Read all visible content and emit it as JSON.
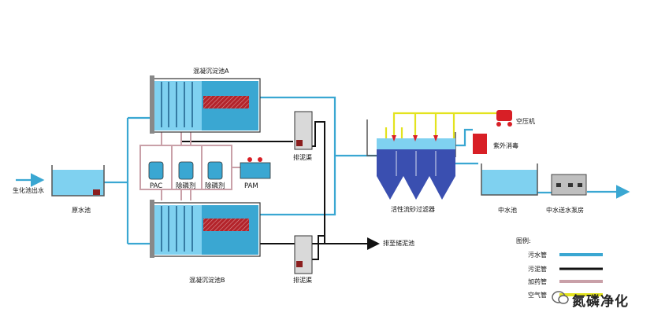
{
  "labels": {
    "inlet": "生化池出水",
    "raw_tank": "原水池",
    "sed_a": "混凝沉淀池A",
    "sed_b": "混凝沉淀池B",
    "pac": "PAC",
    "p_remover_1": "除磷剂",
    "p_remover_2": "除磷剂",
    "pam": "PAM",
    "sludge_ch_1": "排泥渠",
    "sludge_ch_2": "排泥渠",
    "to_sludge_tank": "排至储泥池",
    "sand_filter": "活性流砂过滤器",
    "compressor": "空压机",
    "uv": "紫外消毒",
    "reclaimed_tank": "中水池",
    "pump_house": "中水送水泵房"
  },
  "legend": {
    "title": "图例:",
    "items": [
      {
        "label": "污水管",
        "color": "#3aa7d2"
      },
      {
        "label": "污泥管",
        "color": "#111111"
      },
      {
        "label": "加药管",
        "color": "#c9a0a8"
      },
      {
        "label": "空气管",
        "color": "#e3e31e"
      }
    ]
  },
  "watermark": "氮磷净化",
  "colors": {
    "water": "#3aa7d2",
    "water_fill": "#7fd1f0",
    "sludge_pipe": "#111111",
    "dosing_pipe": "#c9a0a8",
    "air_pipe": "#e3e31e",
    "red": "#d81f26",
    "filter_blue": "#3a4fb0"
  }
}
